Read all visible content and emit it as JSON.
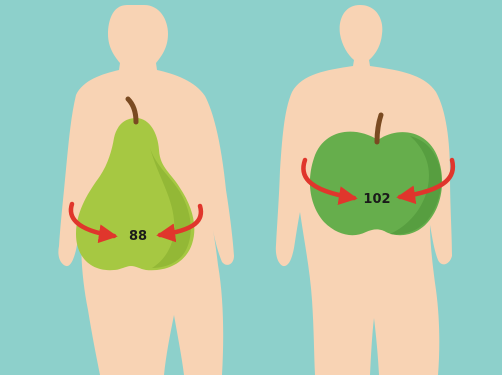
{
  "colors": {
    "background": "#8dd0cb",
    "skin": "#f8d3b4",
    "pear": "#a6c842",
    "pear_shade": "#93b836",
    "apple": "#66ae4c",
    "apple_shade": "#579e40",
    "stem": "#7a4a21",
    "arrow": "#e0362c"
  },
  "figures": [
    {
      "shape": "pear",
      "icon": "pear-icon",
      "waist_measurement": "88"
    },
    {
      "shape": "apple",
      "icon": "apple-icon",
      "waist_measurement": "102"
    }
  ]
}
